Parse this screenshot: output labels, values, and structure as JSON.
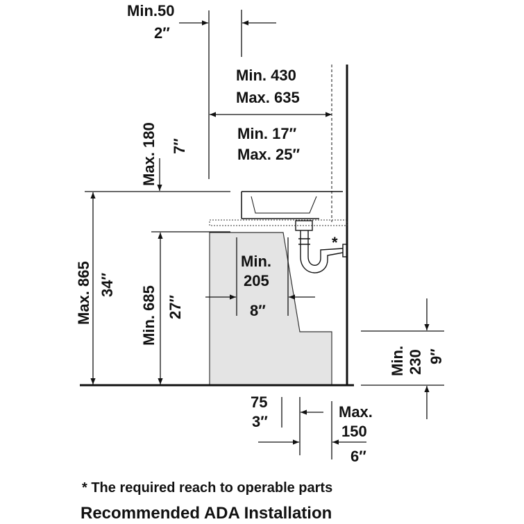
{
  "dims": {
    "min50_mm": "Min.50",
    "min50_in": "2″",
    "reach_min_mm": "Min. 430",
    "reach_max_mm": "Max. 635",
    "reach_min_in": "Min. 17″",
    "reach_max_in": "Max. 25″",
    "depth_max_mm": "Max. 180",
    "depth_max_in": "7″",
    "height_max_mm": "Max. 865",
    "height_max_in": "34″",
    "knee_min_mm": "Min. 685",
    "knee_min_in": "27″",
    "knee_depth_min": "Min.",
    "knee_depth_mm": "205",
    "knee_depth_in": "8″",
    "toe_min_mm": "Min.",
    "toe_min_val": "230",
    "toe_min_in": "9″",
    "toe_75_mm": "75",
    "toe_75_in": "3″",
    "toe_max": "Max.",
    "toe_max_mm": "150",
    "toe_max_in": "6″",
    "asterisk": "*"
  },
  "footnote": "* The required reach to operable parts",
  "caption": "Recommended ADA Installation",
  "colors": {
    "line": "#111111",
    "clearance_fill": "#e6e6e6"
  }
}
